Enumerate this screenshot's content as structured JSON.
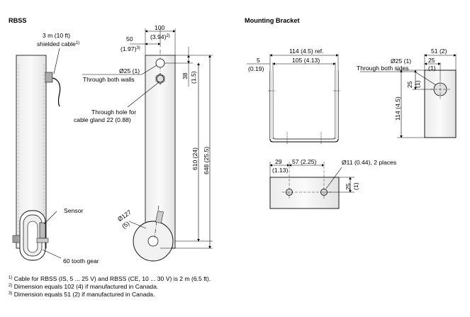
{
  "titles": {
    "rbss": "RBSS",
    "mounting_bracket": "Mounting Bracket"
  },
  "rbss": {
    "cable_line1": "3 m (10 ft)",
    "cable_line2": "shielded cable",
    "cable_sup": "1)",
    "dim_50": "50",
    "dim_50_in": "(1.97)",
    "dim_50_sup": "3)",
    "dim_100": "100",
    "dim_100_in": "(3.94)",
    "dim_100_sup": "2)",
    "hole_25": "Ø25 (1)",
    "hole_25_note": "Through both walls",
    "dim_38": "38",
    "dim_38_in": "(1.5)",
    "gland_line1": "Through hole for",
    "gland_line2": "cable gland 22 (0.88)",
    "dim_610": "610 (24)",
    "dim_648": "648 (25.5)",
    "sensor": "Sensor",
    "gear": "60 tooth gear",
    "dia_127": "Ø127",
    "dia_127_in": "(5)"
  },
  "bracket": {
    "width_ref": "114 (4.5) ref.",
    "inner_width": "105 (4.13)",
    "dim_5": "5",
    "dim_5_in": "(0.19)",
    "height": "114 (4.5)",
    "side_width": "51 (2)",
    "side_25": "25",
    "side_25_in": "(1)",
    "hole_25": "Ø25 (1)",
    "hole_25_note": "Through both sides",
    "side_v25": "25",
    "side_v25_in": "(1)",
    "dim_29": "29",
    "dim_29_in": "(1.13)",
    "dim_57": "57 (2.25)",
    "hole_11": "Ø11 (0.44), 2 places",
    "bottom_v25": "25",
    "bottom_v25_in": "(1)"
  },
  "footnotes": [
    {
      "mark": "1)",
      "text": "Cable for RBSS (IS, 5 ... 25 V) and RBSS (CE, 10 ... 30 V) is 2 m (6.5 ft)."
    },
    {
      "mark": "2)",
      "text": "Dimension equals 102 (4) if manufactured in Canada."
    },
    {
      "mark": "3)",
      "text": "Dimension equals 51 (2) if manufactured in Canada."
    }
  ]
}
